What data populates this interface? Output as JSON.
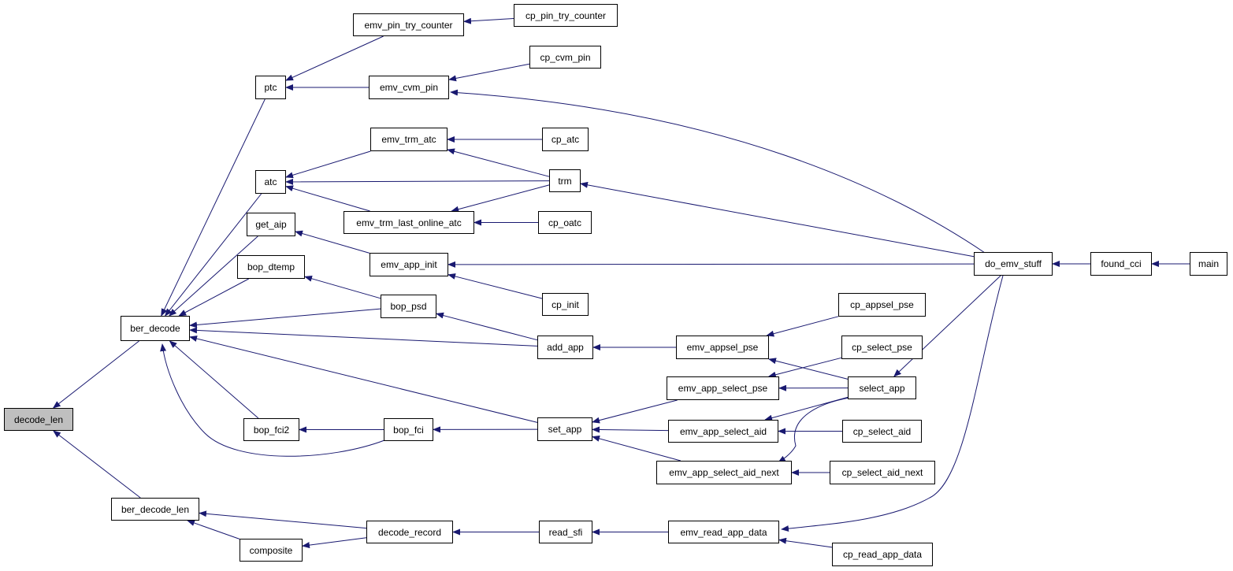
{
  "graph": {
    "edge_color": "#191970",
    "highlight_color": "#bfbfbf",
    "root": "decode_len",
    "nodes": {
      "decode_len": "decode_len",
      "ber_decode": "ber_decode",
      "ber_decode_len": "ber_decode_len",
      "ptc": "ptc",
      "atc": "atc",
      "get_aip": "get_aip",
      "bop_dtemp": "bop_dtemp",
      "bop_fci2": "bop_fci2",
      "composite": "composite",
      "emv_pin_try_counter": "emv_pin_try_counter",
      "emv_cvm_pin": "emv_cvm_pin",
      "emv_trm_atc": "emv_trm_atc",
      "emv_trm_last_online_atc": "emv_trm_last_online_atc",
      "emv_app_init": "emv_app_init",
      "bop_psd": "bop_psd",
      "bop_fci": "bop_fci",
      "decode_record": "decode_record",
      "cp_pin_try_counter": "cp_pin_try_counter",
      "cp_cvm_pin": "cp_cvm_pin",
      "cp_atc": "cp_atc",
      "trm": "trm",
      "cp_oatc": "cp_oatc",
      "cp_init": "cp_init",
      "add_app": "add_app",
      "set_app": "set_app",
      "read_sfi": "read_sfi",
      "emv_appsel_pse": "emv_appsel_pse",
      "emv_app_select_pse": "emv_app_select_pse",
      "emv_app_select_aid": "emv_app_select_aid",
      "emv_app_select_aid_next": "emv_app_select_aid_next",
      "emv_read_app_data": "emv_read_app_data",
      "cp_appsel_pse": "cp_appsel_pse",
      "cp_select_pse": "cp_select_pse",
      "select_app": "select_app",
      "cp_select_aid": "cp_select_aid",
      "cp_select_aid_next": "cp_select_aid_next",
      "cp_read_app_data": "cp_read_app_data",
      "do_emv_stuff": "do_emv_stuff",
      "found_cci": "found_cci",
      "main": "main"
    },
    "edges": [
      [
        "ber_decode",
        "decode_len"
      ],
      [
        "ber_decode_len",
        "decode_len"
      ],
      [
        "ptc",
        "ber_decode"
      ],
      [
        "atc",
        "ber_decode"
      ],
      [
        "get_aip",
        "ber_decode"
      ],
      [
        "bop_dtemp",
        "ber_decode"
      ],
      [
        "bop_psd",
        "ber_decode"
      ],
      [
        "add_app",
        "ber_decode"
      ],
      [
        "set_app",
        "ber_decode"
      ],
      [
        "bop_fci2",
        "ber_decode"
      ],
      [
        "bop_fci",
        "ber_decode"
      ],
      [
        "decode_record",
        "ber_decode_len"
      ],
      [
        "composite",
        "ber_decode_len"
      ],
      [
        "emv_pin_try_counter",
        "ptc"
      ],
      [
        "emv_cvm_pin",
        "ptc"
      ],
      [
        "emv_trm_atc",
        "atc"
      ],
      [
        "trm",
        "atc"
      ],
      [
        "emv_trm_last_online_atc",
        "atc"
      ],
      [
        "emv_app_init",
        "get_aip"
      ],
      [
        "bop_psd",
        "bop_dtemp"
      ],
      [
        "bop_fci",
        "bop_fci2"
      ],
      [
        "decode_record",
        "composite"
      ],
      [
        "cp_pin_try_counter",
        "emv_pin_try_counter"
      ],
      [
        "cp_cvm_pin",
        "emv_cvm_pin"
      ],
      [
        "do_emv_stuff",
        "emv_cvm_pin"
      ],
      [
        "cp_atc",
        "emv_trm_atc"
      ],
      [
        "trm",
        "emv_trm_atc"
      ],
      [
        "trm",
        "emv_trm_last_online_atc"
      ],
      [
        "cp_oatc",
        "emv_trm_last_online_atc"
      ],
      [
        "do_emv_stuff",
        "emv_app_init"
      ],
      [
        "cp_init",
        "emv_app_init"
      ],
      [
        "add_app",
        "bop_psd"
      ],
      [
        "set_app",
        "bop_fci"
      ],
      [
        "read_sfi",
        "decode_record"
      ],
      [
        "do_emv_stuff",
        "trm"
      ],
      [
        "emv_appsel_pse",
        "add_app"
      ],
      [
        "emv_app_select_pse",
        "set_app"
      ],
      [
        "emv_app_select_aid",
        "set_app"
      ],
      [
        "emv_app_select_aid_next",
        "set_app"
      ],
      [
        "emv_read_app_data",
        "read_sfi"
      ],
      [
        "cp_appsel_pse",
        "emv_appsel_pse"
      ],
      [
        "select_app",
        "emv_appsel_pse"
      ],
      [
        "cp_select_pse",
        "emv_app_select_pse"
      ],
      [
        "select_app",
        "emv_app_select_pse"
      ],
      [
        "select_app",
        "emv_app_select_aid"
      ],
      [
        "cp_select_aid",
        "emv_app_select_aid"
      ],
      [
        "select_app",
        "emv_app_select_aid_next"
      ],
      [
        "cp_select_aid_next",
        "emv_app_select_aid_next"
      ],
      [
        "do_emv_stuff",
        "emv_read_app_data"
      ],
      [
        "cp_read_app_data",
        "emv_read_app_data"
      ],
      [
        "do_emv_stuff",
        "select_app"
      ],
      [
        "found_cci",
        "do_emv_stuff"
      ],
      [
        "main",
        "found_cci"
      ]
    ]
  }
}
